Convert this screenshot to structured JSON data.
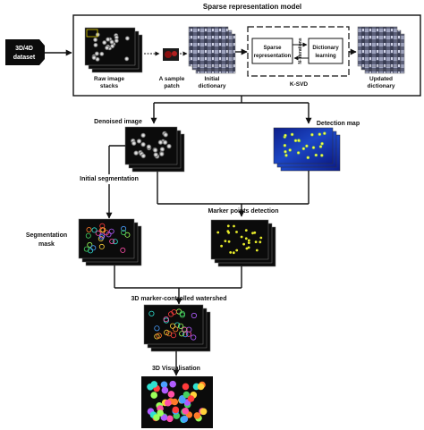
{
  "title": "Sparse representation model",
  "input": {
    "line1": "3D/4D",
    "line2": "dataset"
  },
  "stages": {
    "raw_line1": "Raw image",
    "raw_line2": "stacks",
    "patch_line1": "A sample",
    "patch_line2": "patch",
    "initdict_line1": "Initial",
    "initdict_line2": "dictionary",
    "sparse_line1": "Sparse",
    "sparse_line2": "representation",
    "dict_line1": "Dictionary",
    "dict_line2": "learning",
    "iterations": "N- iterations",
    "ksvd": "K-SVD",
    "updated_line1": "Updated",
    "updated_line2": "dictionary"
  },
  "pipeline": {
    "denoised": "Denoised image",
    "detection": "Detection map",
    "initial_seg": "Initial segmentation",
    "seg_mask_line1": "Segmentation",
    "seg_mask_line2": "mask",
    "marker": "Marker points detection",
    "watershed": "3D marker-controlled watershed",
    "visualisation": "3D Visualisation"
  },
  "colors": {
    "ink": "#111111",
    "dark_stack": "#0b0b0b",
    "detection_blue": "#1a2fb8",
    "detection_cyan": "#1fb6d8",
    "nucleus_yellow": "#e8ec2a",
    "dictionary_gray": "#6b6f86"
  }
}
